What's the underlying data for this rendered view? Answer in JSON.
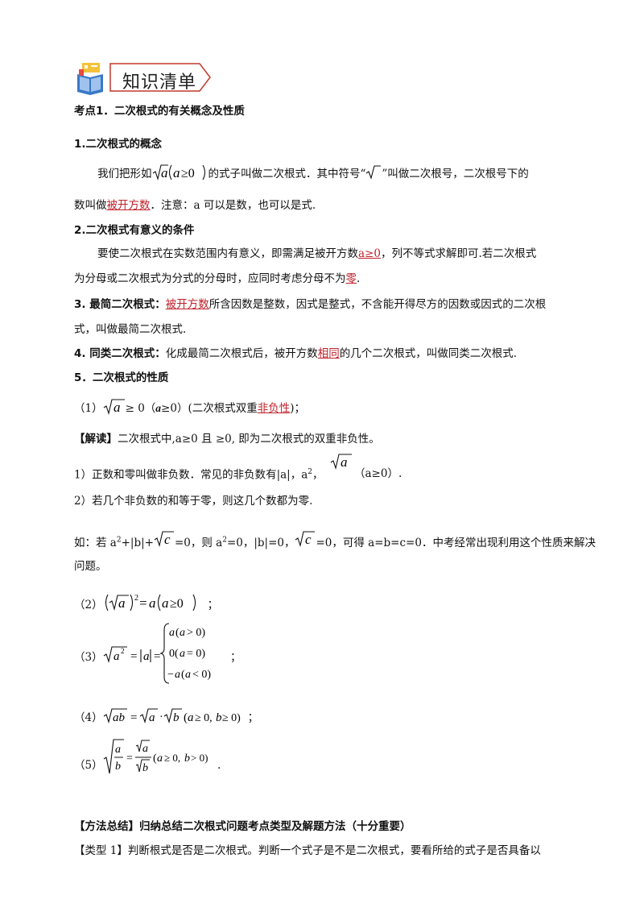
{
  "banner": {
    "title": "知识清单"
  },
  "kp1_title": "考点1．二次根式的有关概念及性质",
  "s1": {
    "title": "1.二次根式的概念",
    "p1a": "我们把形如",
    "p1b": "的式子叫做二次根式．其中符号“",
    "p1c": "”叫做二次根号，二次根号下的",
    "p2a": "数叫做",
    "p2red": "被开方数",
    "p2b": "．注意：a 可以是数，也可以是式."
  },
  "s2": {
    "title": "2.二次根式有意义的条件",
    "p1a": "要使二次根式在实数范围内有意义，即需满足被开方数",
    "p1red": "a≥0",
    "p1b": "，列不等式求解即可.若二次根式",
    "p2a": "为分母或二次根式为分式的分母时，应同时考虑分母不为",
    "p2red": "零",
    "p2b": "."
  },
  "s3": {
    "title": "3. 最简二次根式：",
    "red": "被开方数",
    "a": "所含因数是整数，因式是整式，不含能开得尽方的因数或因式的二次根",
    "b": "式，叫做最简二次根式."
  },
  "s4": {
    "title": "4. 同类二次根式：",
    "a": "化成最简二次根式后，被开方数",
    "red": "相同",
    "b": "的几个二次根式，叫做同类二次根式."
  },
  "s5": {
    "title": "5．二次根式的性质",
    "p1_num": "（1）",
    "p1_ge": "≥ 0（",
    "p1_cond": "≥0）(二次根式双重",
    "p1_red": "非负性",
    "p1_end": ")；",
    "jiedu_label": "【解读】",
    "jiedu_text": "二次根式中,a≥0 且  ≥0, 即为二次根式的双重非负性。",
    "l1a": "1）正数和零叫做非负数．常见的非负数有|a|，a",
    "l1sup": "2",
    "l1b": "，",
    "l1c": "（a≥0）.",
    "l2": "2）若几个非负数的和等于零，则这几个数都为零.",
    "l3a": "如：若 a",
    "l3sup": "2",
    "l3b": "+|b|+",
    "l3c": "=0，则 a",
    "l3sup2": "2",
    "l3d": "=0，|b|=0，",
    "l3e": "=0，可得 a=b=c=0．中考经常出现利用这个性质来解决",
    "l4": "问题。",
    "n2": "（2）",
    "n3": "（3）",
    "n4": "（4）",
    "n5": "（5）",
    "semi": "；",
    "dot": "."
  },
  "method": {
    "title": "【方法总结】归纳总结二次根式问题考点类型及解题方法（十分重要）",
    "type1_label": "【类型 1】",
    "type1_text": "判断根式是否是二次根式。判断一个式子是不是二次根式，要看所给的式子是否具备以"
  },
  "colors": {
    "red": "#c0202a",
    "banner_border": "#c0392b",
    "icon_blue": "#3a78c8",
    "icon_yellow": "#f4c23a"
  },
  "icons": [
    "book-icon"
  ]
}
